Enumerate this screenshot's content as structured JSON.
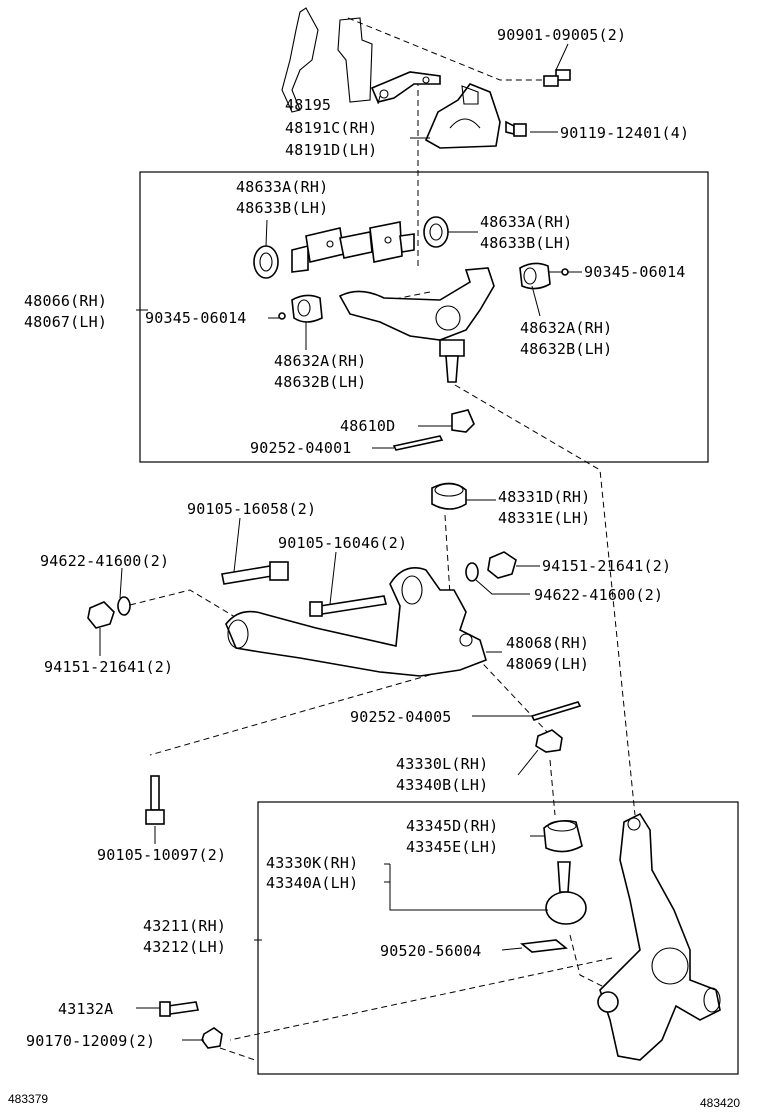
{
  "labels": {
    "p90901_09005": "90901-09005(2)",
    "p48195": "48195",
    "p48191c": "48191C(RH)",
    "p48191d": "48191D(LH)",
    "p90119_12401": "90119-12401(4)",
    "p48633a_l": "48633A(RH)",
    "p48633b_l": "48633B(LH)",
    "p48633a_r": "48633A(RH)",
    "p48633b_r": "48633B(LH)",
    "p90345_06014_r": "90345-06014",
    "p48066": "48066(RH)",
    "p48067": "48067(LH)",
    "p90345_06014_l": "90345-06014",
    "p48632a_r": "48632A(RH)",
    "p48632b_r": "48632B(LH)",
    "p48632a_l": "48632A(RH)",
    "p48632b_l": "48632B(LH)",
    "p48610d": "48610D",
    "p90252_04001": "90252-04001",
    "p48331d": "48331D(RH)",
    "p48331e": "48331E(LH)",
    "p90105_16058": "90105-16058(2)",
    "p90105_16046": "90105-16046(2)",
    "p94622_41600_l": "94622-41600(2)",
    "p94151_21641_r": "94151-21641(2)",
    "p94622_41600_r": "94622-41600(2)",
    "p94151_21641_l": "94151-21641(2)",
    "p48068": "48068(RH)",
    "p48069": "48069(LH)",
    "p90252_04005": "90252-04005",
    "p43330l": "43330L(RH)",
    "p43340b": "43340B(LH)",
    "p90105_10097": "90105-10097(2)",
    "p43345d": "43345D(RH)",
    "p43345e": "43345E(LH)",
    "p43330k": "43330K(RH)",
    "p43340a": "43340A(LH)",
    "p43211": "43211(RH)",
    "p43212": "43212(LH)",
    "p90520_56004": "90520-56004",
    "p43132a": "43132A",
    "p90170_12009": "90170-12009(2)"
  },
  "corner_codes": {
    "left": "483379",
    "right": "483420"
  }
}
